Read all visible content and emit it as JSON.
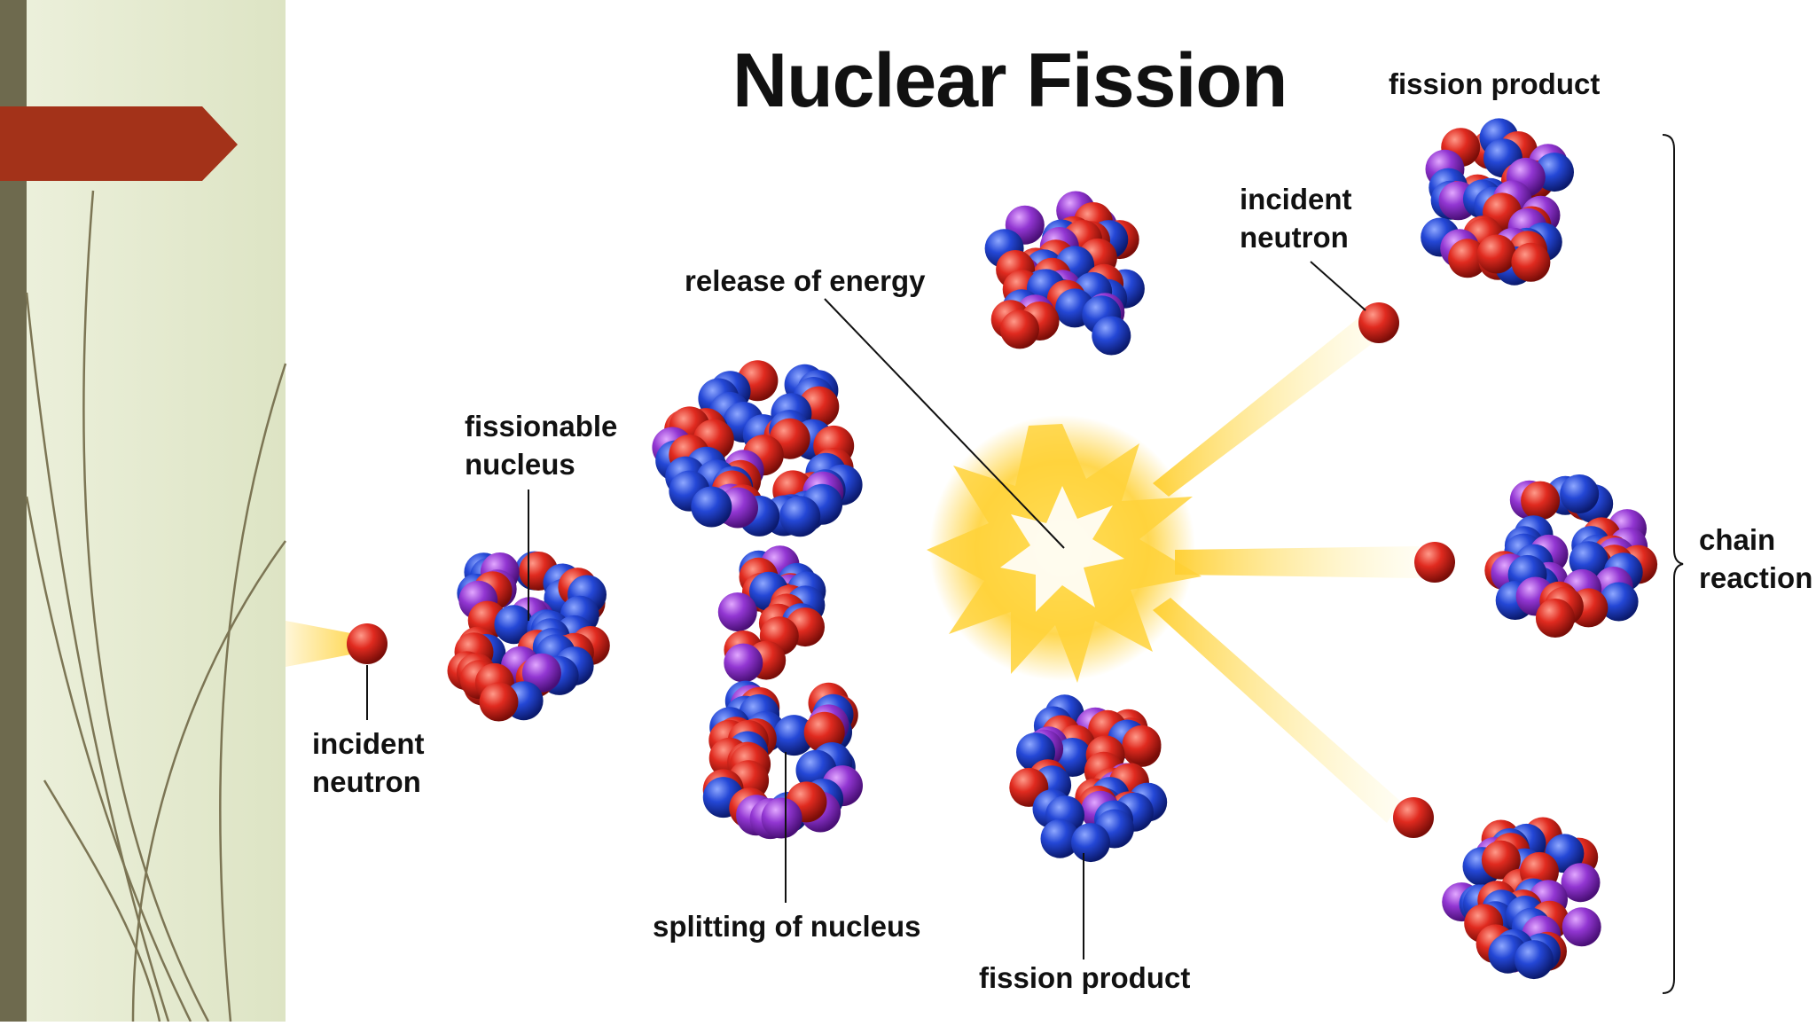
{
  "title": "Nuclear Fission",
  "labels": {
    "fission_product_top": "fission product",
    "incident_neutron_top": "incident\nneutron",
    "release_of_energy": "release of energy",
    "fissionable_nucleus": "fissionable\nnucleus",
    "incident_neutron_left": "incident\nneutron",
    "splitting_of_nucleus": "splitting of nucleus",
    "fission_product_bottom": "fission product",
    "chain_reaction": "chain\nreaction"
  },
  "colors": {
    "sidebar_dark": "#6e6a4e",
    "sidebar_light": "#e6ebd4",
    "accent_arrow": "#a33219",
    "proton": "#d8261e",
    "neutron": "#1f3fd0",
    "purple": "#8a2fc9",
    "energy": "#ffd23a"
  }
}
